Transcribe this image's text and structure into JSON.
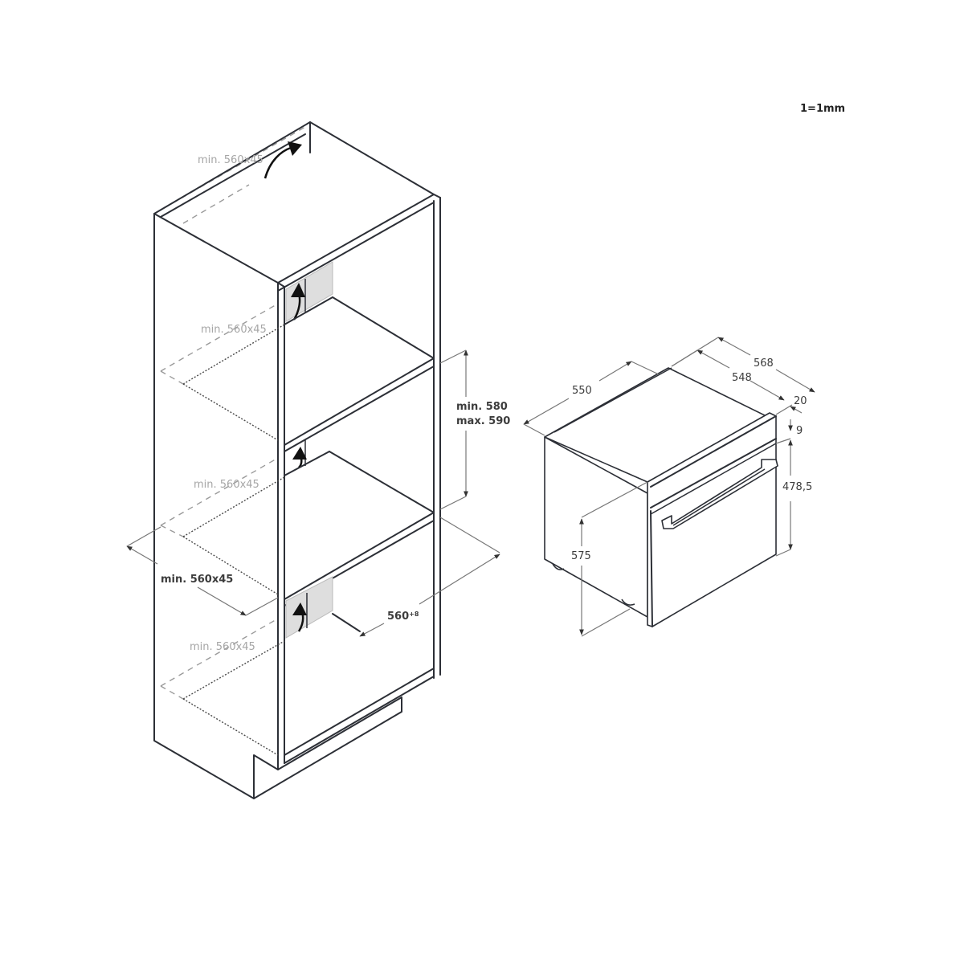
{
  "scale_note": "1=1mm",
  "cabinet": {
    "ventilation_labels": [
      "min. 560x45",
      "min. 560x45",
      "min. 560x45",
      "min. 560x45"
    ],
    "base_opening_label": "min. 560x45",
    "niche_height_label_line1": "min. 580",
    "niche_height_label_line2": "max. 590",
    "niche_width_label": "560",
    "niche_width_tolerance": "+8"
  },
  "oven": {
    "depth_label": "550",
    "width_outer_label": "568",
    "width_inner_label": "548",
    "front_thickness_label": "20",
    "top_gap_label": "9",
    "door_height_label": "478,5",
    "height_label": "575"
  },
  "colors": {
    "line": "#2c2f36",
    "dimension_text": "#3c3c3c",
    "ventilation_text": "#a6a6a6",
    "vent_fill": "#dedede"
  }
}
